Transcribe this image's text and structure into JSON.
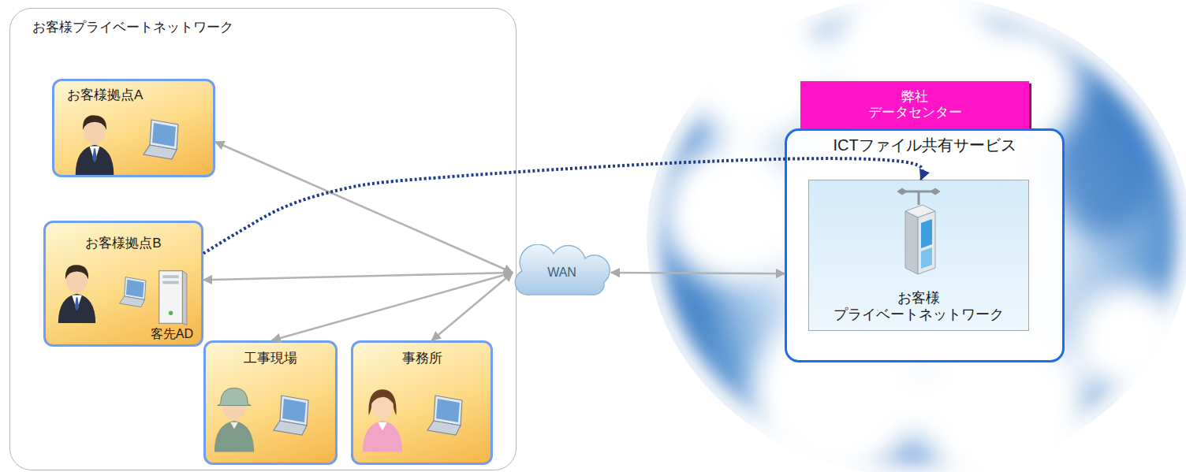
{
  "diagram": {
    "nodes": [
      {
        "text": [
          "お客様プライベートネットワーク"
        ]
      },
      {
        "text": [
          "お客様拠点A"
        ],
        "in": 0
      },
      {
        "text": [
          "お客様拠点B",
          "客先AD"
        ],
        "in": 0
      },
      {
        "text": [
          "工事現場"
        ],
        "in": 0
      },
      {
        "text": [
          "事務所"
        ],
        "in": 0
      },
      {
        "text": [
          "WAN"
        ]
      },
      {
        "text": [
          "弊社 データセンター"
        ]
      },
      {
        "text": [
          "ICTファイル共有サービス"
        ]
      },
      {
        "text": [
          "お客様 プライベートネットワーク"
        ],
        "in": 7
      }
    ],
    "edges": [
      {
        "from": 1,
        "to": 5,
        "arrow": "both"
      },
      {
        "from": 2,
        "to": 5,
        "arrow": "both"
      },
      {
        "from": 3,
        "to": 5,
        "arrow": "both"
      },
      {
        "from": 4,
        "to": 5,
        "arrow": "both"
      },
      {
        "from": 5,
        "to": 7,
        "arrow": "both"
      },
      {
        "from": 2,
        "to": 8,
        "arrow": "to"
      }
    ]
  }
}
